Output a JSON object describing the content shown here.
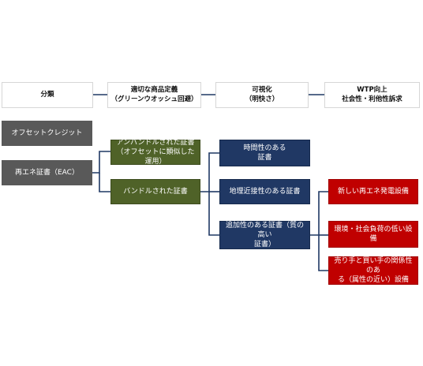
{
  "headers": [
    {
      "line1": "分類",
      "line2": ""
    },
    {
      "line1": "適切な商品定義",
      "line2": "（グリーンウオッシュ回避）"
    },
    {
      "line1": "可視化",
      "line2": "（明快さ）"
    },
    {
      "line1": "WTP向上",
      "line2": "社会性・利他性訴求"
    }
  ],
  "classification": {
    "offset_credit": "オフセットクレジット",
    "renewable_cert": "再エネ証書（EAC）"
  },
  "product_definition": {
    "unbundled_line1": "アンバンドルされた証書",
    "unbundled_line2": "（オフセットに類似した運用）",
    "bundled": "バンドルされた証書"
  },
  "visualization": {
    "temporal_line1": "時間性のある",
    "temporal_line2": "証書",
    "geographic": "地理近接性のある証書",
    "additional_line1": "追加性のある証書（質の高い",
    "additional_line2": "証書）"
  },
  "wtp": {
    "new_plant": "新しい再エネ発電設備",
    "low_impact": "環境・社会負荷の低い設備",
    "relation_line1": "売り手と買い手の関係性のあ",
    "relation_line2": "る（属性の近い）設備"
  },
  "colors": {
    "grey": "#595959",
    "green": "#4f6228",
    "navy": "#203864",
    "red": "#c00000",
    "arrow": "#1f3864"
  }
}
